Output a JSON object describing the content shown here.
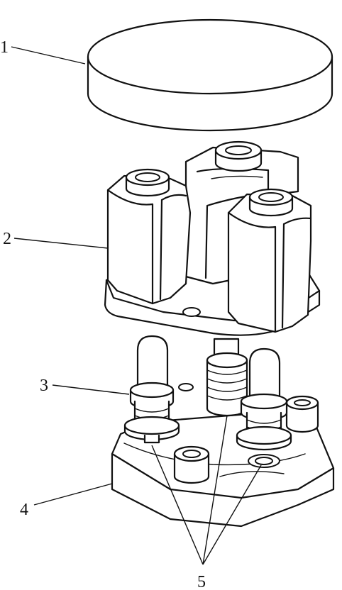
{
  "labels": {
    "l1": "1",
    "l2": "2",
    "l3": "3",
    "l4": "4",
    "l5": "5"
  },
  "colors": {
    "line": "#111111",
    "background": "#ffffff"
  }
}
